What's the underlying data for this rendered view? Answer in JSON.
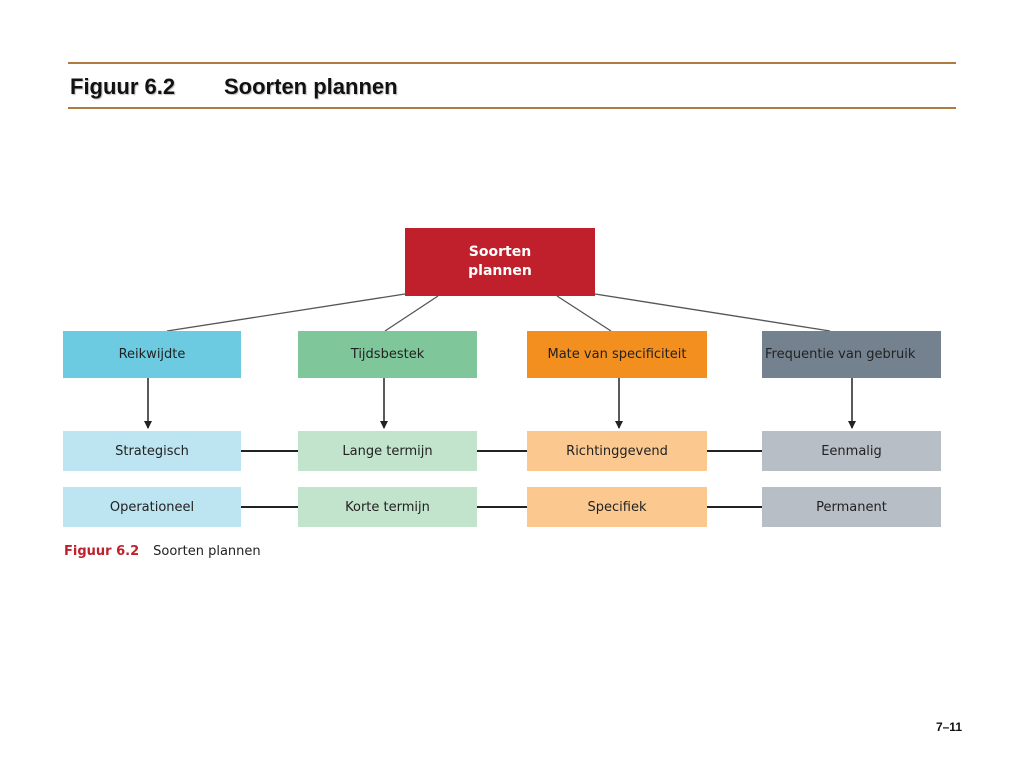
{
  "header": {
    "figure_number": "Figuur 6.2",
    "title": "Soorten plannen"
  },
  "diagram": {
    "root": {
      "line1": "Soorten",
      "line2": "plannen",
      "color": "#c0202b"
    },
    "categories": [
      {
        "label": "Reikwijdte",
        "color": "#6ccbe0",
        "sub_color": "#bde4f1",
        "items": [
          "Strategisch",
          "Operationeel"
        ]
      },
      {
        "label": "Tijdsbestek",
        "color": "#7fc69a",
        "sub_color": "#c2e4cd",
        "items": [
          "Lange termijn",
          "Korte termijn"
        ]
      },
      {
        "label": "Mate van specificiteit",
        "color": "#f28f1e",
        "sub_color": "#fbc98f",
        "items": [
          "Richtinggevend",
          "Specifiek"
        ]
      },
      {
        "label": "Frequentie van gebruik",
        "color": "#748290",
        "sub_color": "#b8bec6",
        "items": [
          "Eenmalig",
          "Permanent"
        ]
      }
    ]
  },
  "caption": {
    "number": "Figuur 6.2",
    "text": "Soorten plannen"
  },
  "page_number": "7–11",
  "colors": {
    "rule": "#b07a45",
    "caption_accent": "#c0202b"
  }
}
